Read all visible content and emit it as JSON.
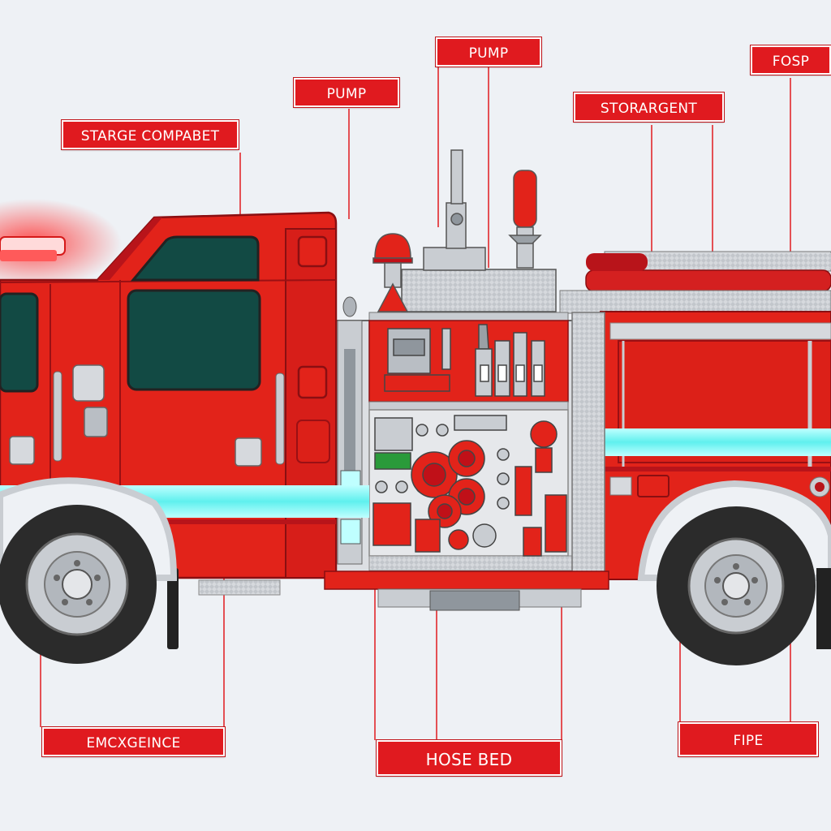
{
  "labels": {
    "pump_top": "PUMP",
    "pump_left": "PUMP",
    "storage": "STARGE COMPABET",
    "storargent": "STORARGENT",
    "fosp": "FOSP",
    "emergence": "EMCXGEINCE",
    "hose_bed": "HOSE BED",
    "fire": "FIPE"
  },
  "colors": {
    "truck_red": "#e2231a",
    "truck_dark_red": "#b8141a",
    "label_red": "#e01a1f",
    "window_teal": "#124a44",
    "light_strip": "#7ff3f0",
    "tire": "#2b2b2b",
    "chrome": "#c9cdd2"
  },
  "icons": [
    "emergency-light-icon",
    "wheel-icon",
    "nozzle-icon",
    "hose-reel-icon"
  ]
}
